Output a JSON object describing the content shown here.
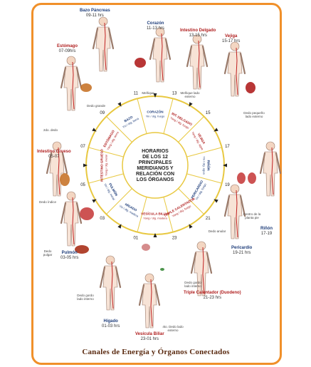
{
  "footer_title": "Canales de Energía y Órganos Conectados",
  "center_text": [
    "HORARIOS",
    "DE LOS 12",
    "PRINCIPALES",
    "MERIDIANOS Y",
    "RELACIÓN CON",
    "LOS ÓRGANOS"
  ],
  "hours": [
    "11",
    "13",
    "15",
    "17",
    "19",
    "21",
    "23",
    "01",
    "03",
    "05",
    "07",
    "09"
  ],
  "inner_segments": [
    {
      "label": "CORAZÓN",
      "sub": "Yin / dig. fuego"
    },
    {
      "label": "INT. DELGADO",
      "sub": "Yang / dig. fuego"
    },
    {
      "label": "VEJIGA",
      "sub": "Yang / dig. agua"
    },
    {
      "label": "RIÑÓN",
      "sub": "Yin / dig. agua"
    },
    {
      "label": "PERICARDIO",
      "sub": "Yin / dig. fuego"
    },
    {
      "label": "TRIPLE CALENTADOR",
      "sub": "Yang / dig. fuego"
    },
    {
      "label": "VESÍCULA BILIAR",
      "sub": "Yang / dig. madera"
    },
    {
      "label": "HÍGADO",
      "sub": "Yin / dig. madera"
    },
    {
      "label": "PULMÓN",
      "sub": "Yin / dig. metal"
    },
    {
      "label": "INTESTINO GRUESO",
      "sub": "Yang / dig. metal"
    },
    {
      "label": "ESTÓMAGO",
      "sub": "Yang / dig. tierra"
    },
    {
      "label": "BAZO",
      "sub": "Yin / dig. tierra"
    }
  ],
  "organs": [
    {
      "name": "Bazo Páncreas",
      "hours": "09-11 hrs"
    },
    {
      "name": "Corazón",
      "hours": "11-13 hrs"
    },
    {
      "name": "Intestino Delgado",
      "hours": "13-15 hrs"
    },
    {
      "name": "Vejiga",
      "hours": "15-17 hrs"
    },
    {
      "name": "Riñón",
      "hours": "17-19"
    },
    {
      "name": "Pericardio",
      "hours": "19-21 hrs"
    },
    {
      "name": "Triple Calentador (Duodeno)",
      "hours": "21-23 hrs"
    },
    {
      "name": "Vesícula Biliar",
      "hours": "23-01 hrs"
    },
    {
      "name": "Hígado",
      "hours": "01-03 hrs"
    },
    {
      "name": "Pulmón",
      "hours": "03-05 hrs"
    },
    {
      "name": "Intestino Grueso",
      "hours": "05-07"
    },
    {
      "name": "Estómago",
      "hours": "07-09hrs"
    }
  ],
  "notes": [
    "Dedo grande",
    "Meñique",
    "Meñique lado externo",
    "Dedo pequeño lado externo",
    "Centro de la planta pie",
    "Dedo anular",
    "Dedo pulgar",
    "Dedo gordo lado interno",
    "2do. dedo",
    "4to. Dedo lado externo",
    "Dedo índice",
    "Dedo gordo lado interno"
  ],
  "colors": {
    "frame": "#f0902a",
    "ring": "#e8c840",
    "arrow": "#222222",
    "meridian": "#c02020",
    "label_blue": "#1e3d7a"
  }
}
